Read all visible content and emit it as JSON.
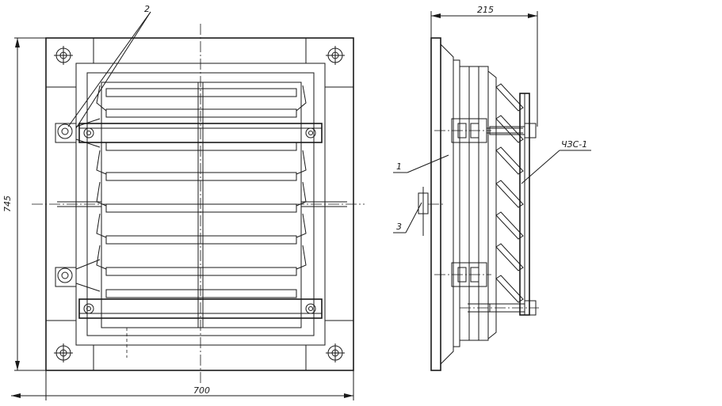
{
  "dimensions": {
    "height": "745",
    "width": "700",
    "depth": "215"
  },
  "callouts": {
    "part_2": "2",
    "part_1": "1",
    "part_3": "3",
    "part_ch": "ЧЗС-1"
  }
}
